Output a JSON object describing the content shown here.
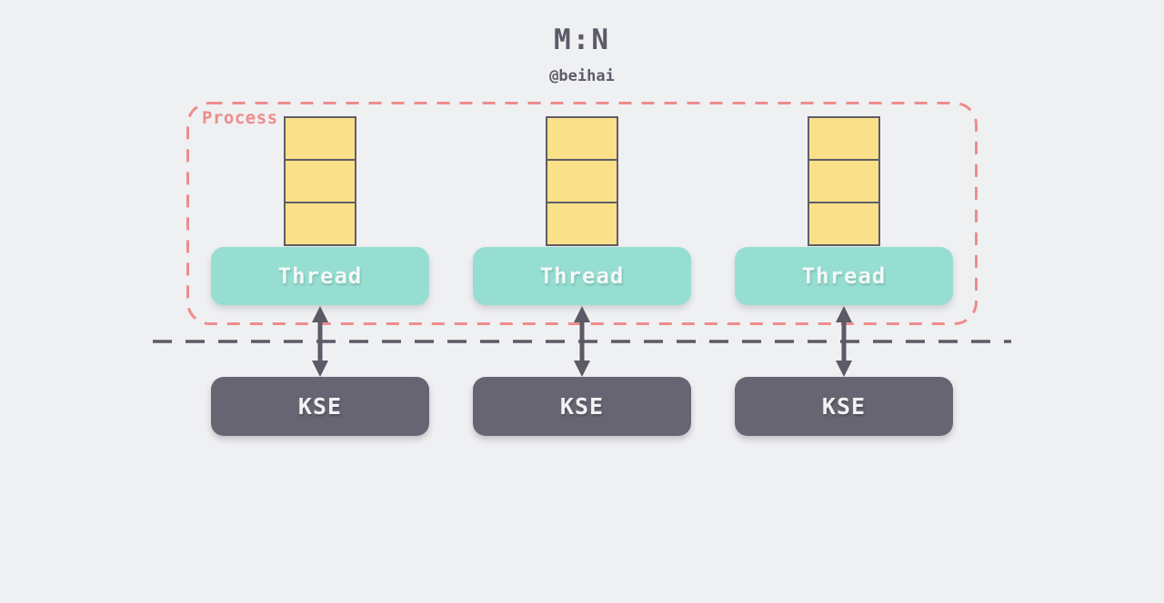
{
  "header": {
    "title": "M:N",
    "subtitle": "@beihai"
  },
  "process": {
    "label": "Process"
  },
  "columns": [
    {
      "stack_cells": 3,
      "thread_label": "Thread",
      "kse_label": "KSE"
    },
    {
      "stack_cells": 3,
      "thread_label": "Thread",
      "kse_label": "KSE"
    },
    {
      "stack_cells": 3,
      "thread_label": "Thread",
      "kse_label": "KSE"
    }
  ],
  "colors": {
    "background": "#eff0f2",
    "stack_fill": "#fae189",
    "stack_border": "#5f5d68",
    "thread_fill": "#96ded2",
    "thread_text": "#f4f8f7",
    "kse_fill": "#686572",
    "kse_text": "#f1f1f3",
    "process_border": "#ee8c8c",
    "divider_line": "#5b5a66",
    "title_text": "#5b5b68"
  }
}
